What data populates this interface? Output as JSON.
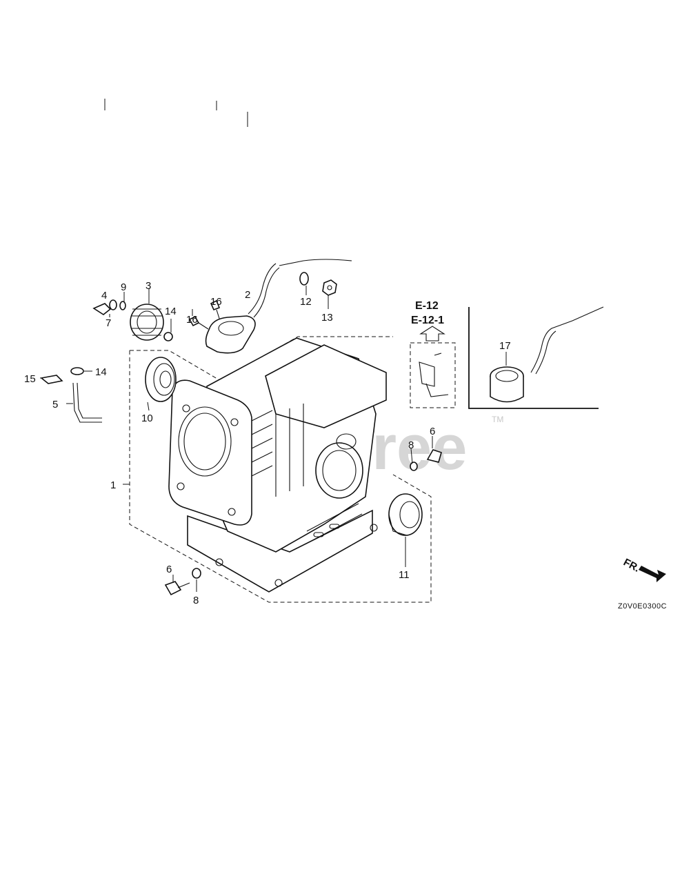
{
  "watermark": {
    "text": "PartsTree",
    "trademark": "TM"
  },
  "references": {
    "ref_1": "E-12",
    "ref_2": "E-12-1"
  },
  "diagram_code": "Z0V0E0300C",
  "front_indicator": "FR.",
  "callouts": {
    "c1": "1",
    "c2": "2",
    "c3": "3",
    "c4": "4",
    "c5": "5",
    "c6a": "6",
    "c6b": "6",
    "c7": "7",
    "c8a": "8",
    "c8b": "8",
    "c9": "9",
    "c10": "10",
    "c11": "11",
    "c12": "12",
    "c13": "13",
    "c14a": "14",
    "c14b": "14",
    "c15": "15",
    "c16a": "16",
    "c16b": "16",
    "c17": "17"
  }
}
